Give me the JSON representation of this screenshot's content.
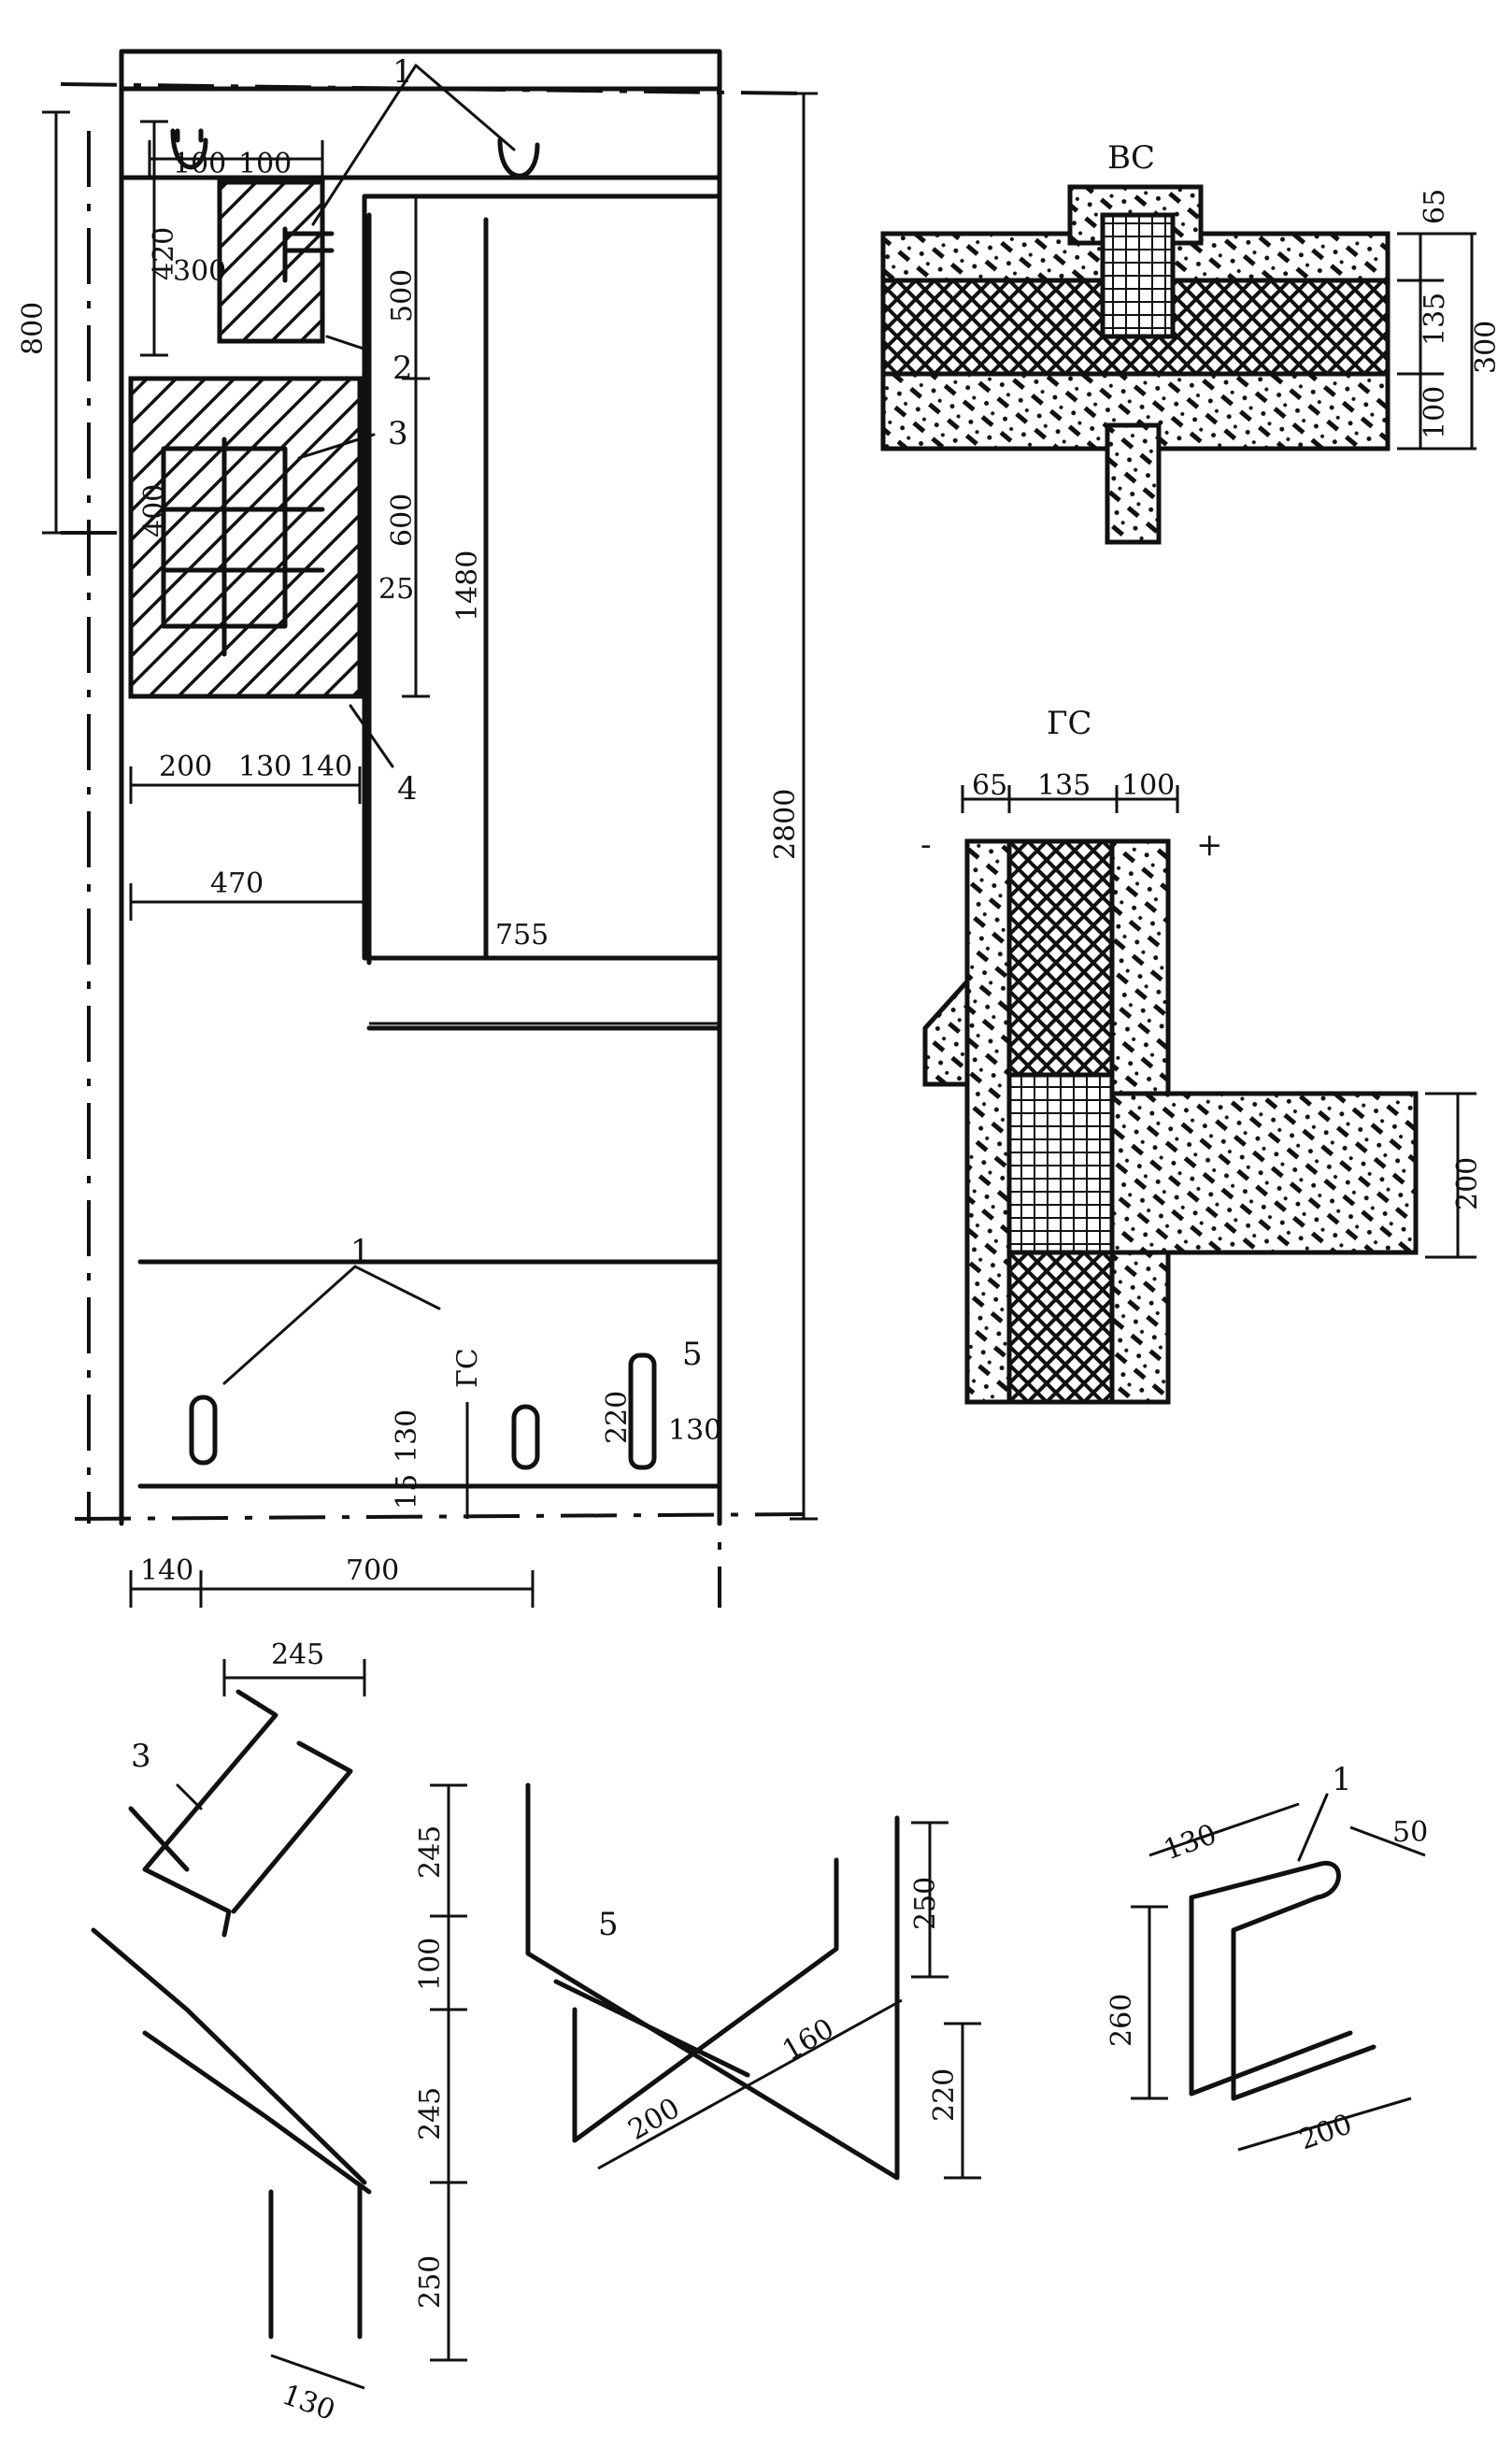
{
  "plan": {
    "callouts": [
      "1",
      "2",
      "3",
      "4",
      "5",
      "1"
    ],
    "dims": {
      "d100a": "100",
      "d100b": "100",
      "d420": "420",
      "d300": "300",
      "d800": "800",
      "d500": "500",
      "d600": "600",
      "d400": "400",
      "d25": "25",
      "d1480": "1480",
      "d200": "200",
      "d130": "130",
      "d140": "140",
      "d470": "470",
      "d755": "755",
      "d2800": "2800",
      "d130b": "130",
      "d15": "15",
      "d220": "220",
      "d130c": "130",
      "d140b": "140",
      "d700": "700"
    },
    "gs_mark": "ГС"
  },
  "vs_section": {
    "title": "ВС",
    "dims": [
      "65",
      "135",
      "100",
      "300"
    ]
  },
  "gs_section": {
    "title": "ГС",
    "dims": [
      "65",
      "135",
      "100",
      "200"
    ],
    "signs": [
      "-",
      "+"
    ]
  },
  "detail_3": {
    "callout": "3",
    "dims": [
      "245",
      "245",
      "100",
      "245",
      "250",
      "130"
    ]
  },
  "detail_5": {
    "callout": "5",
    "dims": [
      "250",
      "160",
      "200",
      "220"
    ]
  },
  "detail_1": {
    "callout": "1",
    "dims": [
      "130",
      "50",
      "260",
      "200"
    ]
  }
}
